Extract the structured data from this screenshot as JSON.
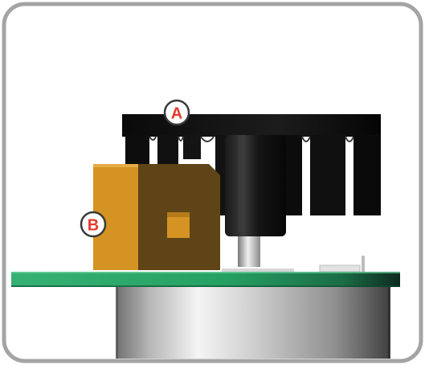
{
  "colors": {
    "frame_border": "#a4a4a4",
    "background": "#ffffff",
    "pcb_green": "#2aa66b",
    "pcb_dark": "#0e2a20",
    "heatsink": "#111111",
    "connector_light": "#d49322",
    "connector_dark": "#5e4417",
    "motor_body": "#9a9a9a",
    "callout_red": "#e63a2e",
    "callout_border": "#3a3a3a"
  },
  "callouts": {
    "a": {
      "label": "A",
      "target": "heatsink"
    },
    "b": {
      "label": "B",
      "target": "connector"
    }
  }
}
